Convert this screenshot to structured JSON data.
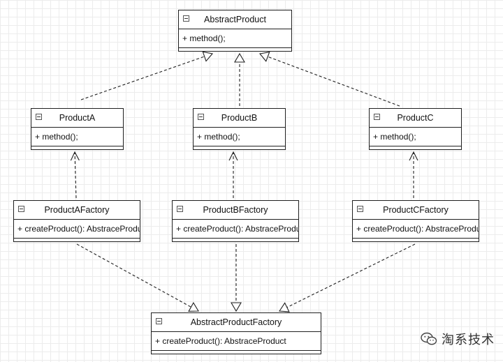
{
  "diagram": {
    "classes": [
      {
        "id": "abstract-product",
        "name": "AbstractProduct",
        "operations": [
          "+ method();"
        ]
      },
      {
        "id": "product-a",
        "name": "ProductA",
        "operations": [
          "+ method();"
        ]
      },
      {
        "id": "product-b",
        "name": "ProductB",
        "operations": [
          "+ method();"
        ]
      },
      {
        "id": "product-c",
        "name": "ProductC",
        "operations": [
          "+ method();"
        ]
      },
      {
        "id": "product-a-factory",
        "name": "ProductAFactory",
        "operations": [
          "+ createProduct(): AbstraceProduct"
        ]
      },
      {
        "id": "product-b-factory",
        "name": "ProductBFactory",
        "operations": [
          "+ createProduct(): AbstraceProduct"
        ]
      },
      {
        "id": "product-c-factory",
        "name": "ProductCFactory",
        "operations": [
          "+ createProduct(): AbstraceProduct"
        ]
      },
      {
        "id": "abstract-product-factory",
        "name": "AbstractProductFactory",
        "operations": [
          "+ createProduct(): AbstraceProduct"
        ]
      }
    ],
    "relationships": [
      {
        "from": "product-a",
        "to": "abstract-product",
        "kind": "realization"
      },
      {
        "from": "product-b",
        "to": "abstract-product",
        "kind": "realization"
      },
      {
        "from": "product-c",
        "to": "abstract-product",
        "kind": "realization"
      },
      {
        "from": "product-a-factory",
        "to": "product-a",
        "kind": "dependency"
      },
      {
        "from": "product-b-factory",
        "to": "product-b",
        "kind": "dependency"
      },
      {
        "from": "product-c-factory",
        "to": "product-c",
        "kind": "dependency"
      },
      {
        "from": "product-a-factory",
        "to": "abstract-product-factory",
        "kind": "realization"
      },
      {
        "from": "product-b-factory",
        "to": "abstract-product-factory",
        "kind": "realization"
      },
      {
        "from": "product-c-factory",
        "to": "abstract-product-factory",
        "kind": "realization"
      }
    ]
  },
  "watermark": {
    "text": "淘系技术",
    "icon": "wechat-icon"
  },
  "colors": {
    "line": "#1f1f1f",
    "grid": "#ececec"
  }
}
